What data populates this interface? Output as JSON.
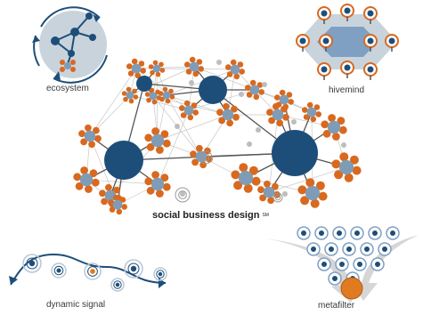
{
  "labels": {
    "ecosystem": "ecosystem",
    "hivemind": "hivemind",
    "social_business_design": "social business design",
    "sm_mark": "SM",
    "dynamic_signal": "dynamic signal",
    "metafilter": "metafilter"
  },
  "colors": {
    "hub_blue": "#1d4e7a",
    "node_blue_gray": "#7f9cb6",
    "petal_orange": "#d9691e",
    "panel_gray": "#c9d3dc",
    "hex_blue": "#7fa0c2",
    "arrow_gray": "#d6d6d6",
    "orange_core": "#e07b22"
  },
  "icons": {
    "ecosystem": "network-cycle-icon",
    "hivemind": "hexagon-nodes-icon",
    "dynamic_signal": "wave-signal-icon",
    "metafilter": "funnel-filter-icon"
  }
}
